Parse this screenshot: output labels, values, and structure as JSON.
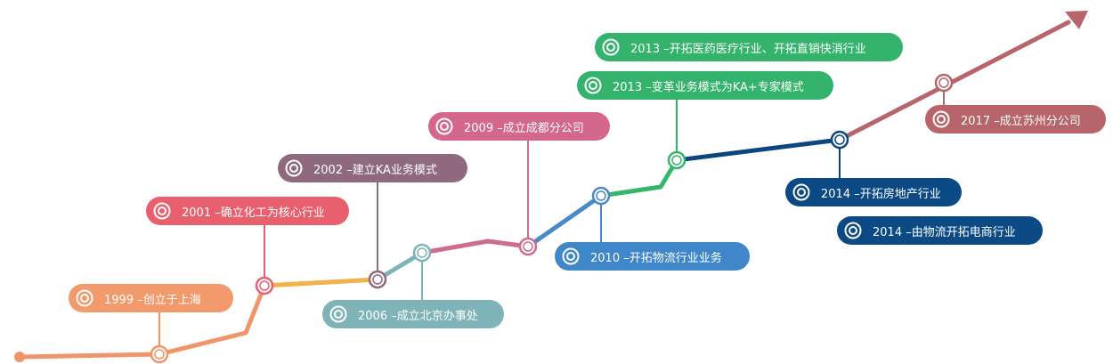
{
  "timeline": {
    "line_colors": [
      "#f0956a",
      "#f3b14a",
      "#cf6b8c",
      "#4a88c8",
      "#36b56c",
      "#0b467f",
      "#b7646b"
    ],
    "events": [
      {
        "id": "e1999",
        "text": "1999 –创立于上海",
        "color": "#f39a6c",
        "icon": "target-icon"
      },
      {
        "id": "e2001",
        "text": "2001 –确立化工为核心行业",
        "color": "#e8606e",
        "icon": "target-icon"
      },
      {
        "id": "e2002",
        "text": "2002 –建立KA业务模式",
        "color": "#8f6a7e",
        "icon": "target-icon"
      },
      {
        "id": "e2006",
        "text": "2006 –成立北京办事处",
        "color": "#7eb4b8",
        "icon": "target-icon"
      },
      {
        "id": "e2009",
        "text": "2009 –成立成都分公司",
        "color": "#d4688c",
        "icon": "target-icon"
      },
      {
        "id": "e2010",
        "text": "2010 –开拓物流行业业务",
        "color": "#3f87c9",
        "icon": "target-icon"
      },
      {
        "id": "e2013a",
        "text": "2013 –变革业务模式为KA+专家模式",
        "color": "#33b36c",
        "icon": "target-icon"
      },
      {
        "id": "e2013b",
        "text": "2013 –开拓医药医疗行业、开拓直销快消行业",
        "color": "#33b36c",
        "icon": "target-icon"
      },
      {
        "id": "e2014a",
        "text": "2014 –开拓房地产行业",
        "color": "#0b4a85",
        "icon": "target-icon"
      },
      {
        "id": "e2014b",
        "text": "2014 –由物流开拓电商行业",
        "color": "#0b4a85",
        "icon": "target-icon"
      },
      {
        "id": "e2017",
        "text": "2017 –成立苏州分公司",
        "color": "#b7646b",
        "icon": "target-icon"
      }
    ]
  }
}
